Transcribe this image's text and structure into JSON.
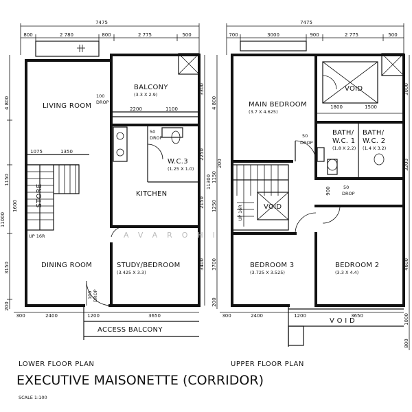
{
  "lower": {
    "dims_top": [
      "7475",
      "800",
      "2 780",
      "800",
      "2 775",
      "500"
    ],
    "dims_left": [
      "4 800",
      "1150",
      "11000",
      "1600",
      "3150",
      "200"
    ],
    "dims_right": [
      "3300",
      "2250",
      "2150",
      "3400"
    ],
    "dims_bottom": [
      "300",
      "2400",
      "1200",
      "3650"
    ],
    "rooms": {
      "balcony": "BALCONY",
      "balcony_size": "(3.3 X 2.9)",
      "living": "LIVING ROOM",
      "wc3": "W.C.3",
      "wc3_size": "(1.25 X 1.0)",
      "kitchen": "KITCHEN",
      "store": "STORE",
      "dining": "DINING ROOM",
      "study": "STUDY/BEDROOM",
      "study_size": "(3.425 X 3.3)",
      "access": "ACCESS BALCONY"
    },
    "labels": {
      "drop1": "100",
      "drop1b": "DROP",
      "drop2": "50",
      "drop2b": "DROP",
      "drop3": "100",
      "drop3b": "DROP",
      "d2200": "2200",
      "d1100": "1100",
      "d1075": "1075",
      "d1350": "1350",
      "up": "UP 16R"
    },
    "caption": "LOWER FLOOR PLAN"
  },
  "upper": {
    "dims_top": [
      "7475",
      "700",
      "3000",
      "900",
      "2 775",
      "500"
    ],
    "dims_left": [
      "4 800",
      "200",
      "1150",
      "11300",
      "1250",
      "3700",
      "200"
    ],
    "dims_right": [
      "3000",
      "3200",
      "4600",
      "1000",
      "800"
    ],
    "dims_bottom": [
      "300",
      "2400",
      "1200",
      "3650"
    ],
    "rooms": {
      "main": "MAIN BEDROOM",
      "main_size": "(3.7 X 4.625)",
      "void_top": "VOID",
      "bath1": "BATH/",
      "bath1b": "W.C. 1",
      "bath1_size": "(1.8 X 2.2)",
      "bath2": "BATH/",
      "bath2b": "W.C. 2",
      "bath2_size": "(1.4 X 3.2)",
      "void_mid": "VOID",
      "bed3": "BEDROOM 3",
      "bed3_size": "(3.725 X 3.525)",
      "bed2": "BEDROOM 2",
      "bed2_size": "(3.3 X 4.4)",
      "void_bottom": "V O I D"
    },
    "labels": {
      "d1800": "1800",
      "d1500": "1500",
      "drop1": "50",
      "drop1b": "DROP",
      "drop2": "50",
      "drop2b": "DROP",
      "d900": "900",
      "up": "UP 16R"
    },
    "caption": "UPPER FLOOR PLAN"
  },
  "watermark": "AVAROHI",
  "title": "EXECUTIVE MAISONETTE (CORRIDOR)",
  "scale": "SCALE 1:100"
}
